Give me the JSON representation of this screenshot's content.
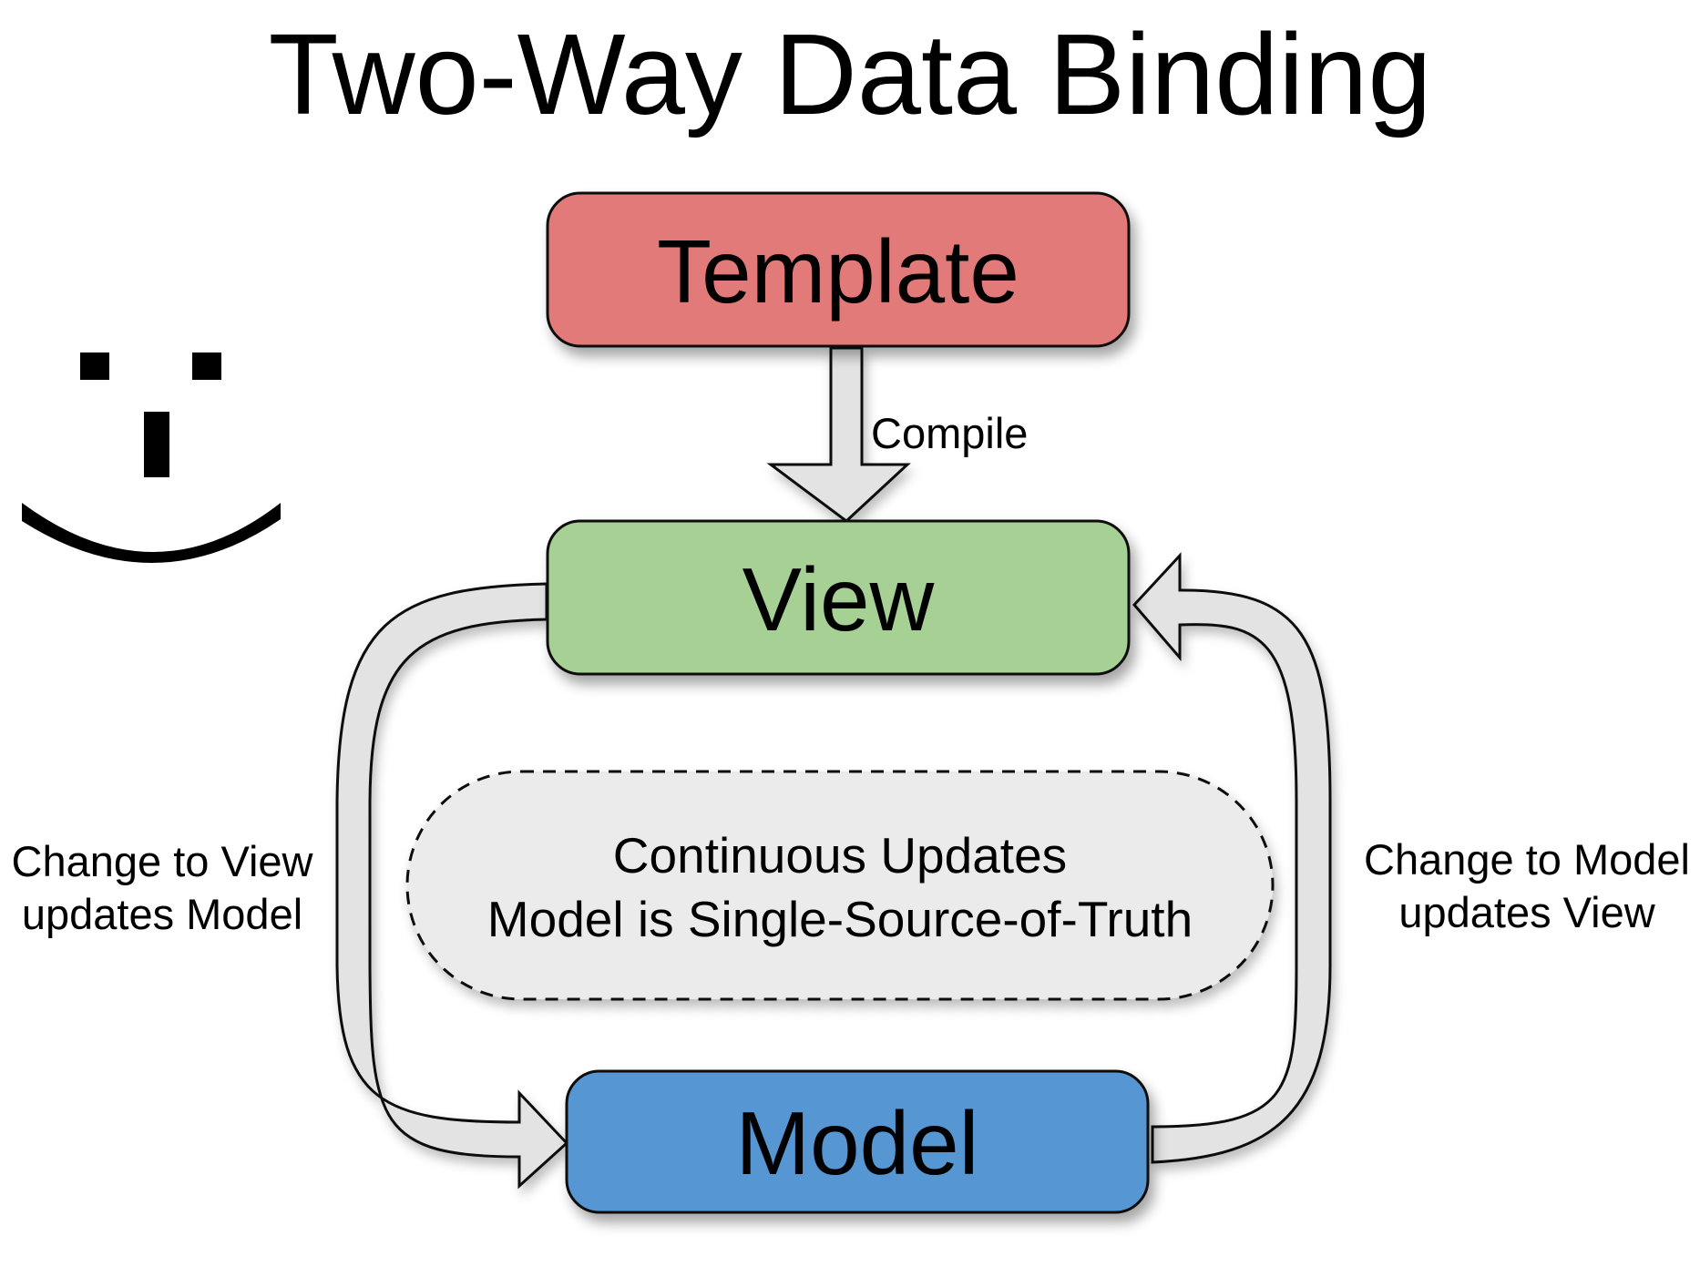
{
  "title": "Two-Way Data Binding",
  "nodes": {
    "template": {
      "label": "Template",
      "color": "#E37A7A"
    },
    "view": {
      "label": "View",
      "color": "#A6D094"
    },
    "model": {
      "label": "Model",
      "color": "#5797D3"
    }
  },
  "arrows": {
    "compile": {
      "label": "Compile"
    },
    "view_to_model": {
      "line1": "Change to View",
      "line2": "updates Model"
    },
    "model_to_view": {
      "line1": "Change to Model",
      "line2": "updates View"
    }
  },
  "note": {
    "line1": "Continuous Updates",
    "line2": "Model is Single-Source-of-Truth",
    "fill": "#EBEBEB"
  },
  "icons": {
    "face": "smiley-face-icon"
  },
  "colors": {
    "arrow_fill": "#E3E3E3",
    "stroke": "#111111"
  }
}
